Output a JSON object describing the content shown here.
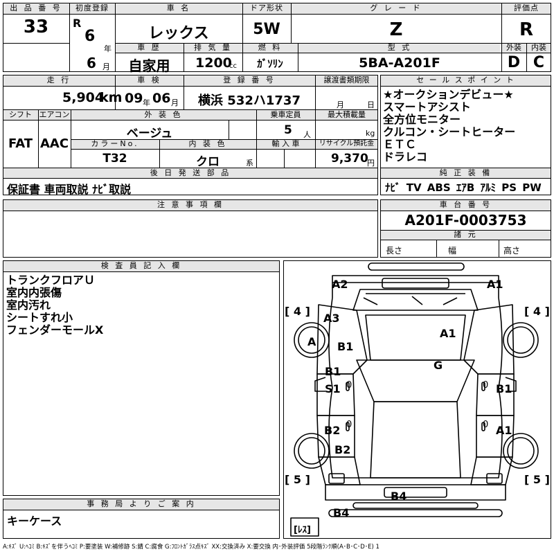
{
  "top": {
    "lot_no_label": "出 品 番 号",
    "lot_no": "33",
    "first_reg_label": "初度登録",
    "era": "R",
    "year": "6",
    "year_unit": "年",
    "month": "6",
    "month_unit": "月",
    "car_name_label": "車 名",
    "car_name": "レックス",
    "door_label": "ドア形状",
    "door": "5W",
    "grade_label": "グ レ ー ド",
    "grade": "Z",
    "score_label": "評価点",
    "score": "R",
    "history_label": "車 歴",
    "history": "自家用",
    "displacement_label": "排 気 量",
    "displacement": "1200",
    "displacement_unit": "cc",
    "fuel_label": "燃 料",
    "fuel": "ｶﾞｿﾘﾝ",
    "model_label": "型 式",
    "model": "5BA-A201F",
    "exterior_label": "外装",
    "exterior": "D",
    "interior_label": "内装",
    "interior": "C"
  },
  "mid": {
    "mileage_label": "走 行",
    "mileage": "5,904",
    "mileage_unit": "km",
    "inspection_label": "車 検",
    "insp_year": "09",
    "insp_year_unit": "年",
    "insp_month": "06",
    "insp_month_unit": "月",
    "reg_no_label": "登 録 番 号",
    "reg_no": "横浜 532ハ1737",
    "transfer_label": "譲渡書類期限",
    "transfer_month": "月",
    "transfer_day": "日",
    "shift_label": "シフト",
    "shift": "FAT",
    "aircon_label": "エアコン",
    "aircon": "AAC",
    "ext_color_label": "外 装 色",
    "ext_color": "ベージュ",
    "capacity_label": "乗車定員",
    "capacity": "5",
    "capacity_unit": "人",
    "max_load_label": "最大積載量",
    "max_load_unit": "kg",
    "color_no_label": "カラーNo.",
    "color_no": "T32",
    "int_color_label": "内 装 色",
    "int_color": "クロ",
    "int_color_unit": "系",
    "import_label": "輸 入 車",
    "recycle_label": "リサイクル預託金",
    "recycle": "9,370",
    "recycle_unit": "円",
    "later_parts_label": "後 日 発 送 部 品",
    "later_parts": "保証書 車両取説 ﾅﾋﾞ取説"
  },
  "selling_points": {
    "label": "セ ー ル ス ポ イ ン ト",
    "items": [
      "★オークションデビュー★",
      "スマートアシスト",
      "全方位モニター",
      "クルコン・シートヒーター",
      "ＥＴＣ",
      "ドラレコ"
    ]
  },
  "equipment": {
    "label": "純 正 装 備",
    "value": "ﾅﾋﾞ TV ABS ｴｱB ｱﾙﾐ PS PW"
  },
  "notes": {
    "label": "注 意 事 項 欄"
  },
  "chassis": {
    "label": "車 台 番 号",
    "value": "A201F-0003753",
    "dims_label": "諸 元",
    "length_label": "長さ",
    "width_label": "幅",
    "height_label": "高さ"
  },
  "inspector": {
    "label": "検 査 員 記 入 欄",
    "items": [
      "トランクフロアＵ",
      "室内内張傷",
      "室内汚れ",
      "シートすれ小",
      "フェンダーモールX"
    ]
  },
  "office": {
    "label": "事 務 局 よ り ご 案 内",
    "value": "キーケース"
  },
  "legend": "A:ｷｽﾞ U:ﾍｺﾐ B:ｷｽﾞを伴うﾍｺﾐ P:要塗装 W:補修跡 S:錆 C:腐食 G:ﾌﾛﾝﾄｶﾞﾗｽ点ｷｽﾞ XX:交換済み X:要交換 内･外装評価 5段階ﾗﾝｸ順(A･B･C･D･E) 1",
  "diagram": {
    "tire_fl": "[ 4 ]",
    "tire_fr": "[ 4 ]",
    "tire_rl": "[ 5 ]",
    "tire_rr": "[ 5 ]",
    "spare": "[ﾚｽ]",
    "marks": {
      "a2": "A2",
      "a1_top": "A1",
      "a3": "A3",
      "a_wheel": "A",
      "b1_fender": "B1",
      "a1_hood": "A1",
      "g": "G",
      "b1_door": "B1",
      "s1": "S1",
      "zero_l1": "0",
      "zero_r1": "0",
      "b1_right": "B1",
      "b2_door": "B2",
      "zero_l2": "0",
      "zero_r2": "0",
      "a1_right": "A1",
      "b2_rear": "B2",
      "b4_bumper": "B4",
      "b4_rear": "B4"
    }
  }
}
